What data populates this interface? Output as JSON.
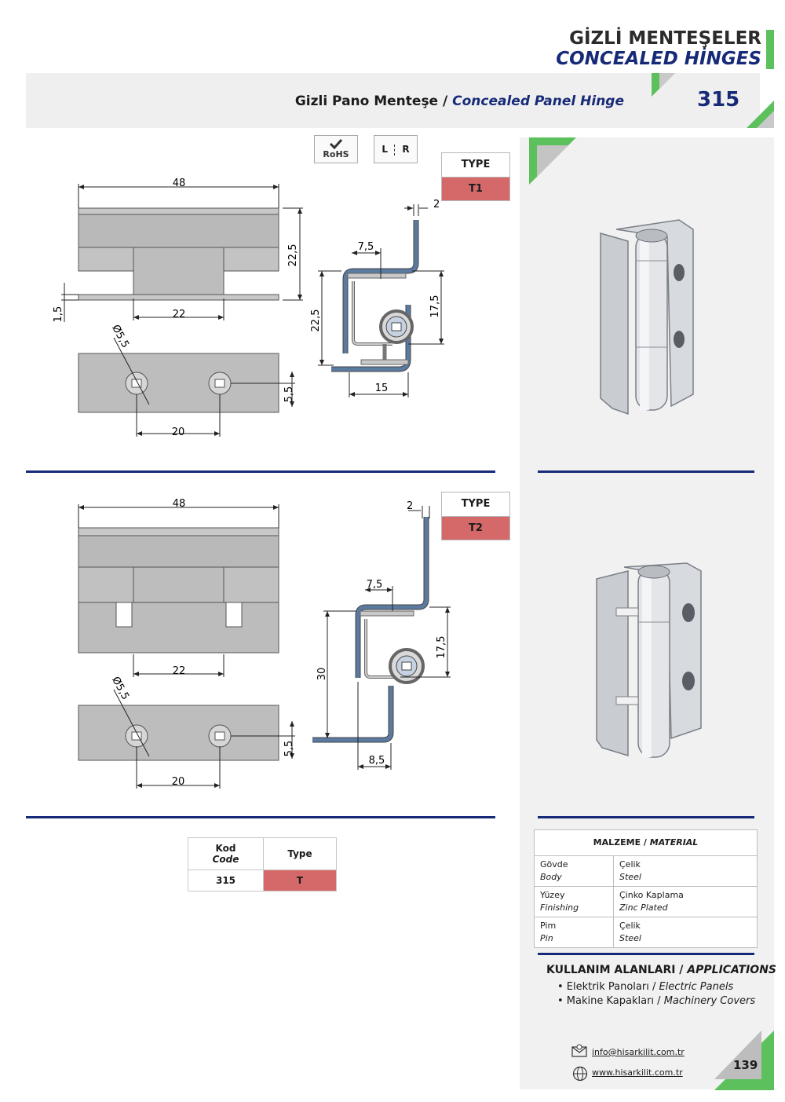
{
  "header": {
    "title_tr": "GİZLİ MENTEŞELER",
    "title_en": "CONCEALED HİNGES",
    "product_tr": "Gizli Pano Menteşe /",
    "product_en": "Concealed Panel Hinge",
    "product_number": "315"
  },
  "badges": {
    "rohs": "RoHS",
    "left": "L",
    "right": "R"
  },
  "type1": {
    "type_label": "TYPE",
    "type_value": "T1"
  },
  "type2": {
    "type_label": "TYPE",
    "type_value": "T2"
  },
  "dims1": {
    "top_width": "48",
    "height": "22,5",
    "offset": "1,5",
    "mid": "22",
    "hole": "Ø5,5",
    "hole_spacing": "20",
    "hole_edge": "5,5",
    "profile_flange": "2",
    "profile_7": "7,5",
    "profile_h": "22,5",
    "profile_17": "17,5",
    "profile_15": "15"
  },
  "dims2": {
    "top_width": "48",
    "mid": "22",
    "hole": "Ø5,5",
    "hole_spacing": "20",
    "hole_edge": "5,5",
    "profile_flange": "2",
    "profile_7": "7,5",
    "profile_h": "30",
    "profile_17": "17,5",
    "profile_8": "8,5"
  },
  "code_table": {
    "h_code_tr": "Kod",
    "h_code_en": "Code",
    "h_type": "Type",
    "code": "315",
    "type": "T"
  },
  "material": {
    "title_tr": "MALZEME /",
    "title_en": "MATERIAL",
    "rows": [
      {
        "k_tr": "Gövde",
        "k_en": "Body",
        "v_tr": "Çelik",
        "v_en": "Steel"
      },
      {
        "k_tr": "Yüzey",
        "k_en": "Finishing",
        "v_tr": "Çinko Kaplama",
        "v_en": "Zinc Plated"
      },
      {
        "k_tr": "Pim",
        "k_en": "Pin",
        "v_tr": "Çelik",
        "v_en": "Steel"
      }
    ]
  },
  "applications": {
    "title_tr": "KULLANIM ALANLARI /",
    "title_en": "APPLICATIONS",
    "items": [
      {
        "tr": "• Elektrik Panoları /",
        "en": "Electric Panels"
      },
      {
        "tr": "• Makine Kapakları /",
        "en": "Machinery Covers"
      }
    ]
  },
  "contact": {
    "email": "info@hisarkilit.com.tr",
    "web": "www.hisarkilit.com.tr"
  },
  "page_number": "139",
  "colors": {
    "navy": "#172a78",
    "green": "#5cc15c",
    "type_red": "#d5696a",
    "profile_blue": "#5b7aa0"
  }
}
